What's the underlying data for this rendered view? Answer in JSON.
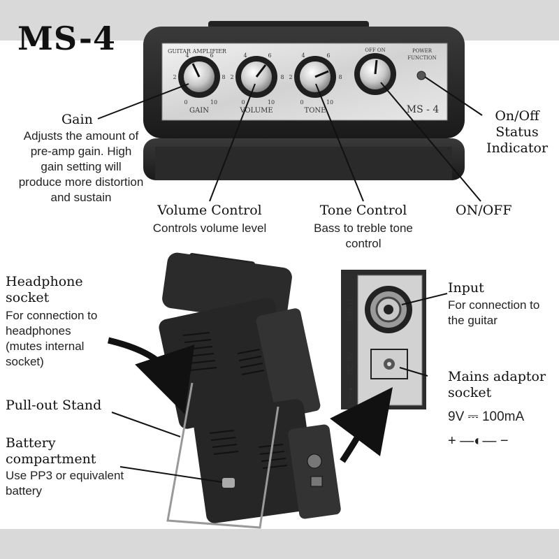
{
  "title": "MS-4",
  "panel": {
    "header": "GUITAR AMPLIFIER",
    "power_function": "POWER\nFUNCTION",
    "model": "MS - 4",
    "off_on": "OFF ON",
    "knobs": [
      {
        "name": "GAIN",
        "min": "0",
        "max": "10"
      },
      {
        "name": "VOLUME",
        "min": "0",
        "max": "10"
      },
      {
        "name": "TONE",
        "min": "0",
        "max": "10"
      }
    ],
    "scale": [
      "2",
      "4",
      "6",
      "8"
    ]
  },
  "labels": {
    "gain": {
      "title": "Gain",
      "desc": "Adjusts the amount of pre-amp gain. High gain setting will produce more distortion and sustain"
    },
    "volume": {
      "title": "Volume Control",
      "desc": "Controls volume level"
    },
    "tone": {
      "title": "Tone Control",
      "desc": "Bass to treble tone control"
    },
    "onoff": {
      "title": "ON/OFF"
    },
    "indicator": {
      "title": "On/Off Status Indicator"
    },
    "headphone": {
      "title": "Headphone socket",
      "desc": "For connection to headphones (mutes internal socket)"
    },
    "stand": {
      "title": "Pull-out Stand"
    },
    "battery": {
      "title": "Battery compartment",
      "desc": "Use PP3 or equivalent battery"
    },
    "input": {
      "title": "Input",
      "desc": "For connection to the guitar"
    },
    "mains": {
      "title": "Mains adaptor socket",
      "spec": "9V ⎓ 100mA",
      "polarity": "+ —◐— −"
    }
  },
  "jack_panel": {
    "input": "INPUT",
    "dc": "DC 9V"
  }
}
